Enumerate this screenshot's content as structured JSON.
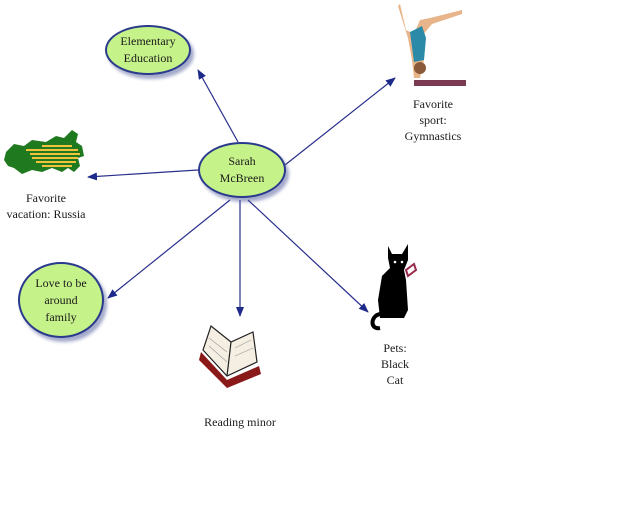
{
  "diagram": {
    "type": "concept-map",
    "center": {
      "label": "Sarah McBreen"
    },
    "nodes": [
      {
        "id": "education",
        "label": "Elementary Education",
        "kind": "oval"
      },
      {
        "id": "family",
        "label": "Love to be around family",
        "kind": "oval"
      },
      {
        "id": "vacation",
        "label": "Favorite vacation: Russia",
        "kind": "image",
        "icon": "russia-map-icon"
      },
      {
        "id": "sport",
        "label": "Favorite sport: Gymnastics",
        "kind": "image",
        "icon": "gymnast-icon"
      },
      {
        "id": "reading",
        "label": "Reading minor",
        "kind": "image",
        "icon": "open-book-icon"
      },
      {
        "id": "pets",
        "label": "Pets: Black Cat",
        "kind": "image",
        "icon": "black-cat-icon"
      }
    ],
    "colors": {
      "oval_fill": "#c6f28a",
      "oval_border": "#2a3a8c",
      "arrow": "#2a2f8c"
    }
  },
  "labels": {
    "center": "Sarah\nMcBreen",
    "education": "Elementary\nEducation",
    "family": "Love to be\naround\nfamily",
    "vacation": "Favorite\nvacation: Russia",
    "sport": "Favorite\nsport:\nGymnastics",
    "reading": "Reading minor",
    "pets": "Pets:\nBlack\nCat"
  }
}
